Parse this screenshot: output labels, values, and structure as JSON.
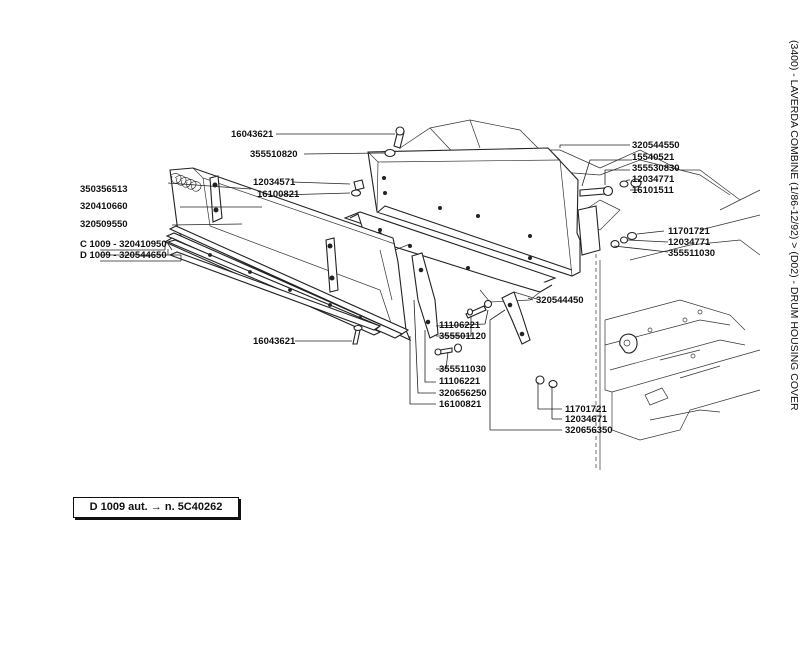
{
  "title": "(3400) - LAVERDA COMBINE (1/86-12/92) > (D02) - DRUM HOUSING COVER",
  "note": {
    "model": "D 1009 aut.",
    "arrow": "→",
    "serial": "n. 5C40262"
  },
  "callouts": [
    "16043621",
    "355510820",
    "350356513",
    "320410660",
    "320509550",
    "12034571",
    "16100821",
    "C 1009 - 320410950",
    "D 1009 - 320544650",
    "16043621",
    "320544550",
    "15540521",
    "355530830",
    "12034771",
    "16101511",
    "11701721",
    "12034771",
    "355511030",
    "320544450",
    "11106221",
    "355501120",
    "355511030",
    "11106221",
    "320656250",
    "16100821",
    "11701721",
    "12034671",
    "320656350"
  ]
}
